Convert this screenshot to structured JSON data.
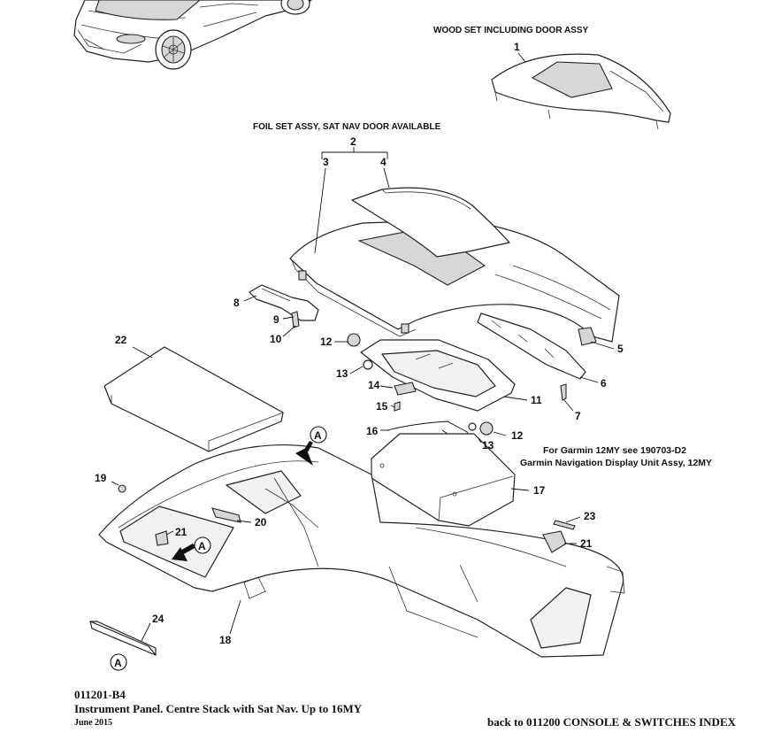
{
  "captions": {
    "wood_set": "WOOD SET INCLUDING DOOR ASSY",
    "foil_set": "FOIL SET ASSY, SAT NAV DOOR AVAILABLE",
    "garmin_line1": "For Garmin 12MY see 190703-D2",
    "garmin_line2": "Garmin Navigation Display Unit Assy, 12MY"
  },
  "callouts": {
    "n1": "1",
    "n2": "2",
    "n3": "3",
    "n4": "4",
    "n5": "5",
    "n6": "6",
    "n7": "7",
    "n8": "8",
    "n9": "9",
    "n10": "10",
    "n11": "11",
    "n12a": "12",
    "n12b": "12",
    "n13a": "13",
    "n13b": "13",
    "n14": "14",
    "n15": "15",
    "n16": "16",
    "n17": "17",
    "n18": "18",
    "n19": "19",
    "n20": "20",
    "n21a": "21",
    "n21b": "21",
    "n22": "22",
    "n23": "23",
    "n24": "24"
  },
  "view_markers": {
    "a1": "A",
    "a2": "A",
    "a3": "A"
  },
  "footer": {
    "code": "011201-B4",
    "title": "Instrument Panel. Centre Stack with Sat Nav. Up to 16MY",
    "date": "June 2015",
    "back_link": "back to 011200 CONSOLE & SWITCHES INDEX"
  }
}
